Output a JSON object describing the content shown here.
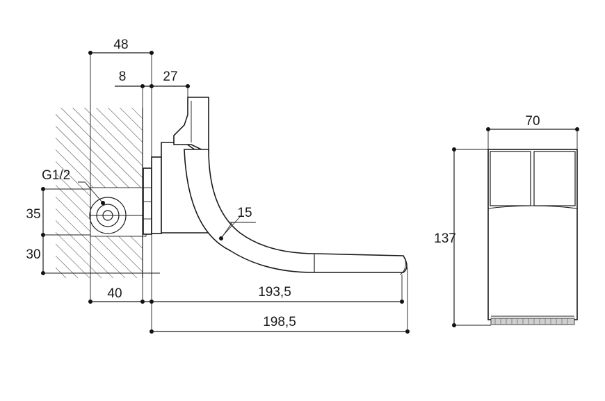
{
  "labels": {
    "dim_48": "48",
    "dim_8": "8",
    "dim_27": "27",
    "thread": "G1/2",
    "dim_35": "35",
    "dim_30": "30",
    "dim_15": "15",
    "dim_40": "40",
    "dim_193_5": "193,5",
    "dim_198_5": "198,5",
    "dim_70": "70",
    "dim_137": "137"
  },
  "colors": {
    "line": "#1a1a1a",
    "background": "#ffffff"
  }
}
